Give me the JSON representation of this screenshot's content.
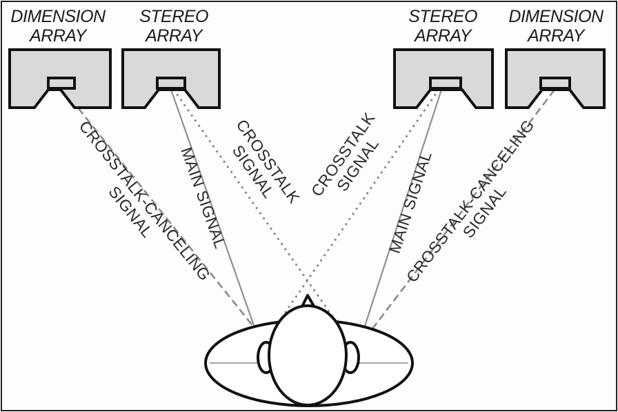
{
  "speakers": {
    "left_dimension": [
      "DIMENSION",
      "ARRAY"
    ],
    "left_stereo": [
      "STEREO",
      "ARRAY"
    ],
    "right_stereo": [
      "STEREO",
      "ARRAY"
    ],
    "right_dimension": [
      "DIMENSION",
      "ARRAY"
    ]
  },
  "signals": {
    "left_cancel": [
      "CROSSTALK-CANCELING",
      "SIGNAL"
    ],
    "left_main": "MAIN SIGNAL",
    "left_crosstalk": [
      "CROSSTALK",
      "SIGNAL"
    ],
    "right_crosstalk": [
      "CROSSTALK",
      "SIGNAL"
    ],
    "right_main": "MAIN SIGNAL",
    "right_cancel": [
      "CROSSTALK-CANCELING",
      "SIGNAL"
    ]
  },
  "colors": {
    "speaker_fill": "#d9d9d9",
    "outline": "#111111",
    "signal_line": "#8f8f8f"
  }
}
